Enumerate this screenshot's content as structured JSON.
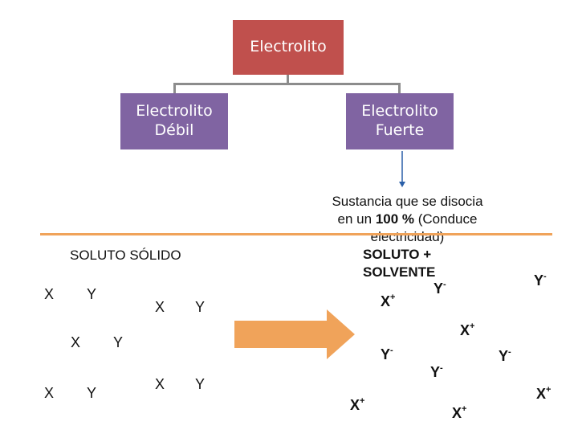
{
  "root_label": "Electrolito",
  "weak_label": "Electrolito\nDébil",
  "strong_label": "Electrolito\nFuerte",
  "description": {
    "line1": "Sustancia que se disocia",
    "line2_pre": "en un ",
    "line2_bold": "100 %",
    "line2_post": " (Conduce",
    "line3": "electricidad)"
  },
  "left_heading": "SOLUTO SÓLIDO",
  "right_heading": "SOLUTO + SOLVENTE",
  "left_particles": [
    "X",
    "Y",
    "X",
    "Y",
    "X",
    "Y",
    "X",
    "Y",
    "X",
    "Y"
  ],
  "ions": {
    "x": "X",
    "y": "Y",
    "plus": "+",
    "minus": "-"
  },
  "colors": {
    "root": "#c0504d",
    "branch": "#8064a2",
    "divider": "#f0a35a",
    "arrow": "#f0a35a"
  }
}
